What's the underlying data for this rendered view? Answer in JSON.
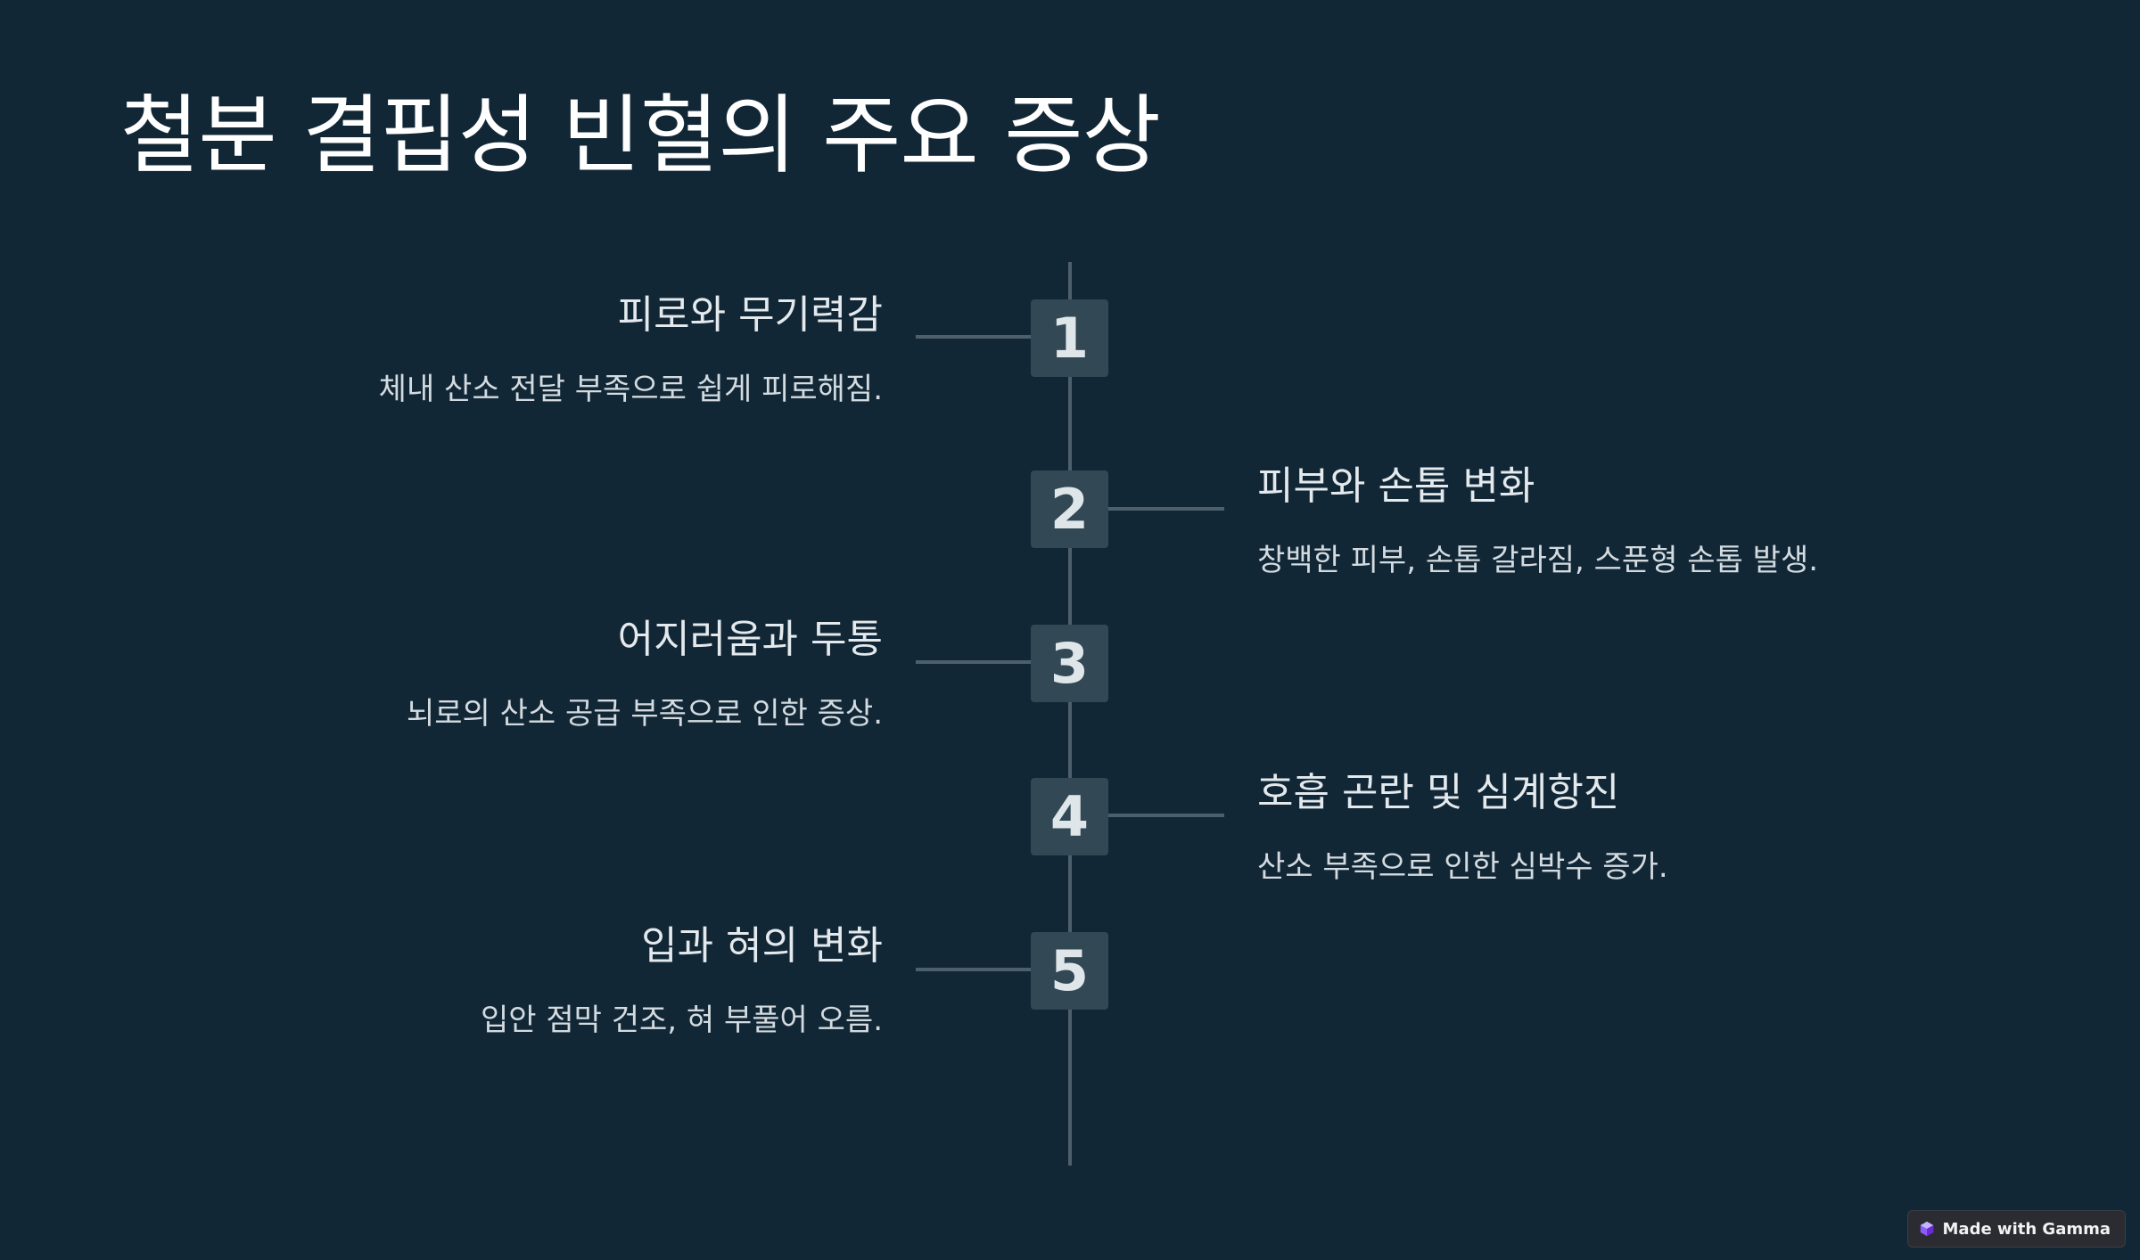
{
  "title": "철분 결핍성 빈혈의 주요 증상",
  "items": [
    {
      "number": "1",
      "title": "피로와 무기력감",
      "description": "체내 산소 전달 부족으로 쉽게 피로해짐."
    },
    {
      "number": "2",
      "title": "피부와 손톱 변화",
      "description": "창백한 피부, 손톱 갈라짐, 스푼형 손톱 발생."
    },
    {
      "number": "3",
      "title": "어지러움과 두통",
      "description": "뇌로의 산소 공급 부족으로 인한 증상."
    },
    {
      "number": "4",
      "title": "호흡 곤란 및 심계항진",
      "description": "산소 부족으로 인한 심박수 증가."
    },
    {
      "number": "5",
      "title": "입과 혀의 변화",
      "description": "입안 점막 건조, 혀 부풀어 오름."
    }
  ],
  "badge": {
    "label": "Made with Gamma",
    "icon": "gamma-logo-icon"
  },
  "colors": {
    "background": "#122736",
    "marker": "#324855",
    "line": "#4e5f6c",
    "text": "#e3e9ed"
  }
}
